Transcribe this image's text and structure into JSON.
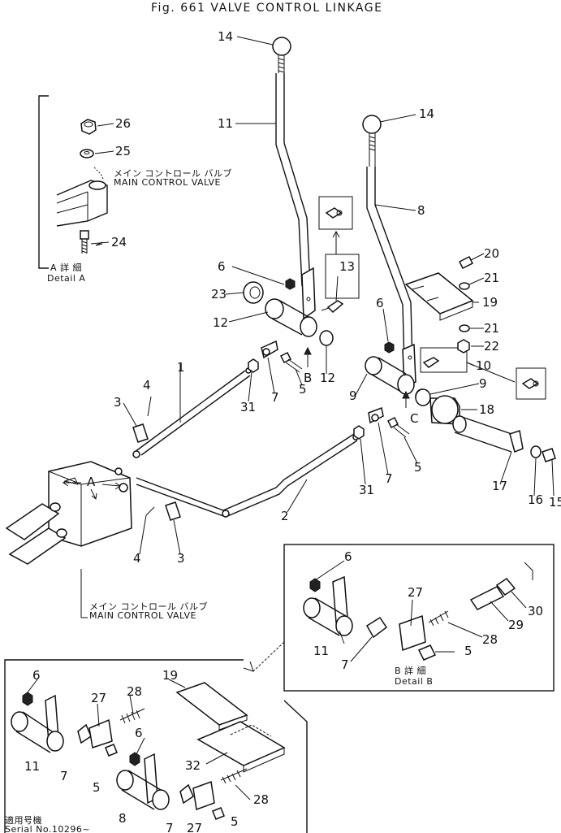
{
  "title": "Fig. 661 VALVE CONTROL LINKAGE",
  "detail_a": {
    "heading_jp": "A 詳 細",
    "heading_en": "Detail A",
    "valve_jp": "メイン コントロール バルブ",
    "valve_en": "MAIN CONTROL VALVE"
  },
  "detail_b": {
    "heading_jp": "B 詳 細",
    "heading_en": "Detail B"
  },
  "main_valve": {
    "label_jp": "メイン コントロール バルブ",
    "label_en": "MAIN CONTROL VALVE"
  },
  "serial": {
    "label_jp": "適用号機",
    "label_en": "Serial No.10296~"
  },
  "view_letters": {
    "a1": "A",
    "a2": "A",
    "b": "B",
    "c": "C"
  },
  "parts": {
    "p1": "1",
    "p2": "2",
    "p3a": "3",
    "p3b": "3",
    "p4a": "4",
    "p4b": "4",
    "p5a": "5",
    "p5b": "5",
    "p5c": "5",
    "p5d": "5",
    "p5e": "5",
    "p6a": "6",
    "p6b": "6",
    "p6c": "6",
    "p6d": "6",
    "p6e": "6",
    "p7a": "7",
    "p7b": "7",
    "p7c": "7",
    "p7d": "7",
    "p7e": "7",
    "p8a": "8",
    "p8b": "8",
    "p9a": "9",
    "p9b": "9",
    "p10": "10",
    "p11a": "11",
    "p11b": "11",
    "p11c": "11",
    "p12a": "12",
    "p12b": "12",
    "p13": "13",
    "p14a": "14",
    "p14b": "14",
    "p15": "15",
    "p16": "16",
    "p17": "17",
    "p18": "18",
    "p19a": "19",
    "p19b": "19",
    "p20": "20",
    "p21a": "21",
    "p21b": "21",
    "p22": "22",
    "p23": "23",
    "p24": "24",
    "p25": "25",
    "p26": "26",
    "p27a": "27",
    "p27b": "27",
    "p27c": "27",
    "p28a": "28",
    "p28b": "28",
    "p28c": "28",
    "p29": "29",
    "p30": "30",
    "p31a": "31",
    "p31b": "31",
    "p32": "32"
  }
}
